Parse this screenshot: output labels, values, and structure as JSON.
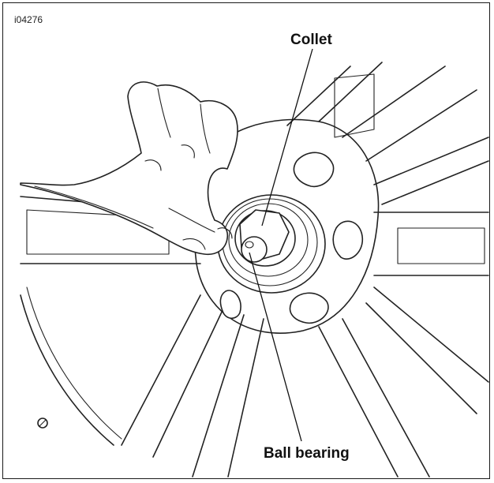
{
  "figure": {
    "id_label": "i04276",
    "callouts": {
      "collet": "Collet",
      "ball_bearing": "Ball bearing"
    }
  },
  "colors": {
    "line": "#222222",
    "background": "#ffffff"
  }
}
